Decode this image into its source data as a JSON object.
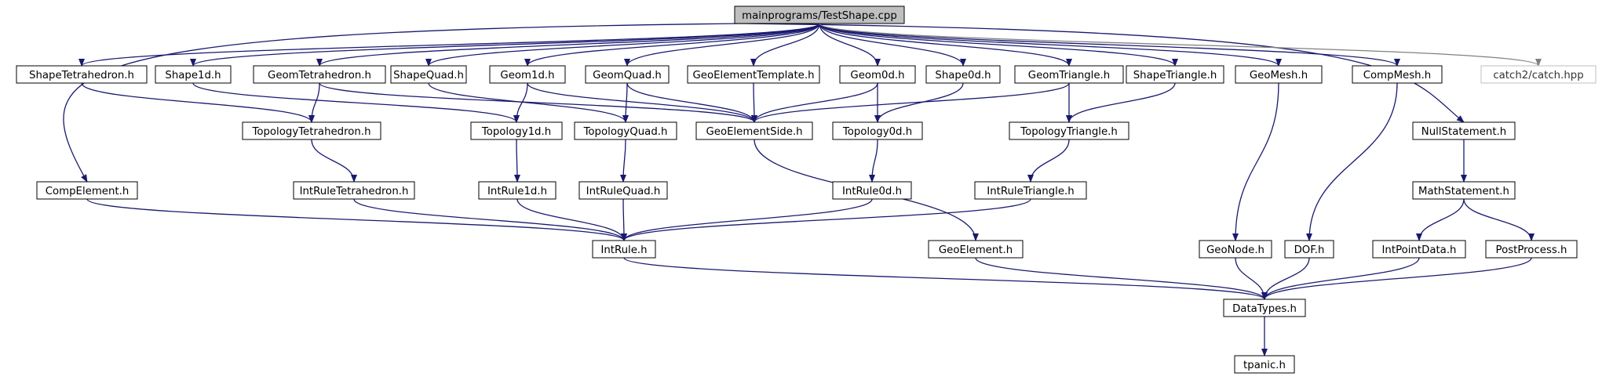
{
  "colors": {
    "node_border": "#000000",
    "root_fill": "#bfbfbf",
    "external_border": "#bfbfbf",
    "edge": "#191970",
    "external_edge": "#808080"
  },
  "nodes": [
    {
      "id": "root",
      "label": "mainprograms/TestShape.cpp",
      "kind": "root"
    },
    {
      "id": "shapetet",
      "label": "ShapeTetrahedron.h"
    },
    {
      "id": "shape1d",
      "label": "Shape1d.h"
    },
    {
      "id": "geomtet",
      "label": "GeomTetrahedron.h"
    },
    {
      "id": "shapequad",
      "label": "ShapeQuad.h"
    },
    {
      "id": "geom1d",
      "label": "Geom1d.h"
    },
    {
      "id": "geomquad",
      "label": "GeomQuad.h"
    },
    {
      "id": "geotemplate",
      "label": "GeoElementTemplate.h"
    },
    {
      "id": "geom0d",
      "label": "Geom0d.h"
    },
    {
      "id": "shape0d",
      "label": "Shape0d.h"
    },
    {
      "id": "geomtri",
      "label": "GeomTriangle.h"
    },
    {
      "id": "shapetri",
      "label": "ShapeTriangle.h"
    },
    {
      "id": "geomesh",
      "label": "GeoMesh.h"
    },
    {
      "id": "compmesh",
      "label": "CompMesh.h"
    },
    {
      "id": "catch",
      "label": "catch2/catch.hpp",
      "kind": "external"
    },
    {
      "id": "toptet",
      "label": "TopologyTetrahedron.h"
    },
    {
      "id": "top1d",
      "label": "Topology1d.h"
    },
    {
      "id": "topquad",
      "label": "TopologyQuad.h"
    },
    {
      "id": "geoside",
      "label": "GeoElementSide.h"
    },
    {
      "id": "top0d",
      "label": "Topology0d.h"
    },
    {
      "id": "toptri",
      "label": "TopologyTriangle.h"
    },
    {
      "id": "nullstmt",
      "label": "NullStatement.h"
    },
    {
      "id": "compel",
      "label": "CompElement.h"
    },
    {
      "id": "irtet",
      "label": "IntRuleTetrahedron.h"
    },
    {
      "id": "ir1d",
      "label": "IntRule1d.h"
    },
    {
      "id": "irquad",
      "label": "IntRuleQuad.h"
    },
    {
      "id": "ir0d",
      "label": "IntRule0d.h"
    },
    {
      "id": "irtri",
      "label": "IntRuleTriangle.h"
    },
    {
      "id": "mathstmt",
      "label": "MathStatement.h"
    },
    {
      "id": "intrule",
      "label": "IntRule.h"
    },
    {
      "id": "geoel",
      "label": "GeoElement.h"
    },
    {
      "id": "geonode",
      "label": "GeoNode.h"
    },
    {
      "id": "dof",
      "label": "DOF.h"
    },
    {
      "id": "ipdata",
      "label": "IntPointData.h"
    },
    {
      "id": "postproc",
      "label": "PostProcess.h"
    },
    {
      "id": "datatypes",
      "label": "DataTypes.h"
    },
    {
      "id": "tpanic",
      "label": "tpanic.h"
    }
  ],
  "edges": [
    [
      "root",
      "compel"
    ],
    [
      "root",
      "shapetet"
    ],
    [
      "root",
      "shape1d"
    ],
    [
      "root",
      "geomtet"
    ],
    [
      "root",
      "shapequad"
    ],
    [
      "root",
      "geom1d"
    ],
    [
      "root",
      "geomquad"
    ],
    [
      "root",
      "geotemplate"
    ],
    [
      "root",
      "geom0d"
    ],
    [
      "root",
      "shape0d"
    ],
    [
      "root",
      "geomtri"
    ],
    [
      "root",
      "shapetri"
    ],
    [
      "root",
      "geomesh"
    ],
    [
      "root",
      "compmesh"
    ],
    [
      "root",
      "nullstmt"
    ],
    [
      "root",
      "catch"
    ],
    [
      "shapetet",
      "toptet"
    ],
    [
      "shape1d",
      "top1d"
    ],
    [
      "geomtet",
      "toptet"
    ],
    [
      "geomtet",
      "geoside"
    ],
    [
      "shapequad",
      "topquad"
    ],
    [
      "geom1d",
      "top1d"
    ],
    [
      "geom1d",
      "geoside"
    ],
    [
      "geomquad",
      "topquad"
    ],
    [
      "geomquad",
      "geoside"
    ],
    [
      "geotemplate",
      "geoside"
    ],
    [
      "geom0d",
      "geoside"
    ],
    [
      "geom0d",
      "top0d"
    ],
    [
      "shape0d",
      "top0d"
    ],
    [
      "geomtri",
      "geoside"
    ],
    [
      "geomtri",
      "toptri"
    ],
    [
      "shapetri",
      "toptri"
    ],
    [
      "toptet",
      "irtet"
    ],
    [
      "top1d",
      "ir1d"
    ],
    [
      "topquad",
      "irquad"
    ],
    [
      "top0d",
      "ir0d"
    ],
    [
      "toptri",
      "irtri"
    ],
    [
      "geoside",
      "geoel"
    ],
    [
      "geomesh",
      "geonode"
    ],
    [
      "compmesh",
      "dof"
    ],
    [
      "nullstmt",
      "mathstmt"
    ],
    [
      "mathstmt",
      "ipdata"
    ],
    [
      "mathstmt",
      "postproc"
    ],
    [
      "compel",
      "intrule"
    ],
    [
      "irtet",
      "intrule"
    ],
    [
      "ir1d",
      "intrule"
    ],
    [
      "irquad",
      "intrule"
    ],
    [
      "ir0d",
      "intrule"
    ],
    [
      "irtri",
      "intrule"
    ],
    [
      "intrule",
      "datatypes"
    ],
    [
      "geoel",
      "datatypes"
    ],
    [
      "geonode",
      "datatypes"
    ],
    [
      "dof",
      "datatypes"
    ],
    [
      "ipdata",
      "datatypes"
    ],
    [
      "postproc",
      "datatypes"
    ],
    [
      "datatypes",
      "tpanic"
    ]
  ]
}
